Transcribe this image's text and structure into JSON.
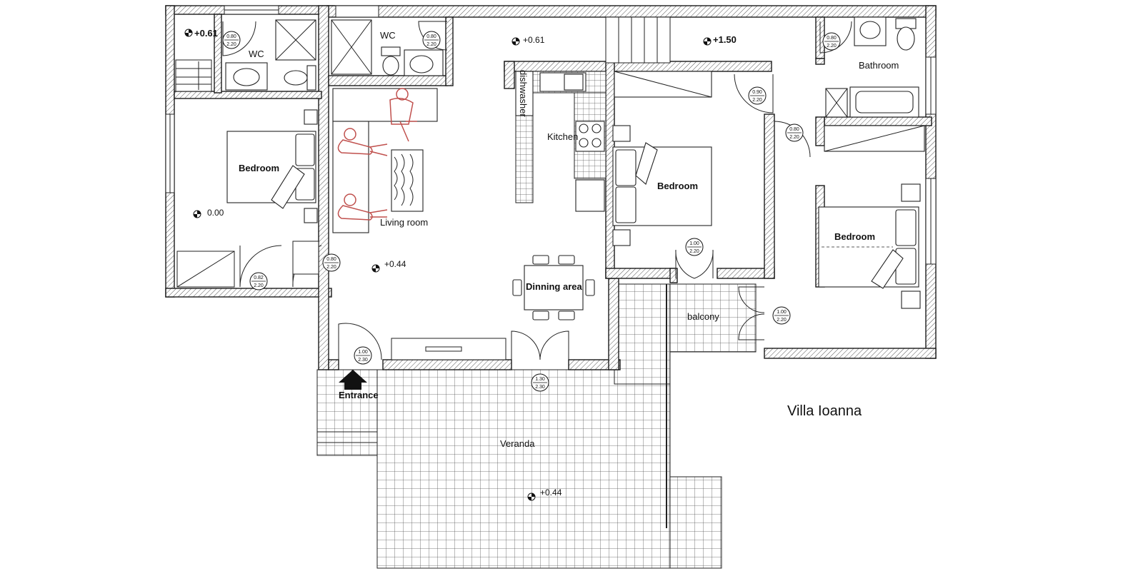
{
  "plan": {
    "title": "Villa Ioanna",
    "rooms": {
      "wc_left": "WC",
      "wc_right": "WC",
      "bathroom": "Bathroom",
      "bedroom_left": "Bedroom",
      "bedroom_middle": "Bedroom",
      "bedroom_right": "Bedroom",
      "kitchen": "Kitchen",
      "dishwasher": "dishwasher",
      "living_room": "Living room",
      "dining_area": "Dinning area",
      "balcony": "balcony",
      "veranda": "Veranda",
      "entrance": "Entrance"
    },
    "levels": {
      "wc_left": "+0.61",
      "hall": "+0.61",
      "stairs_landing": "+1.50",
      "bedroom_left": "0.00",
      "living": "+0.44",
      "veranda": "+0.44"
    },
    "doors": [
      {
        "w": "0.80",
        "h": "2.20"
      },
      {
        "w": "0.80",
        "h": "2.20"
      },
      {
        "w": "0.80",
        "h": "2.20"
      },
      {
        "w": "0.90",
        "h": "2.20"
      },
      {
        "w": "0.80",
        "h": "2.20"
      },
      {
        "w": "0.80",
        "h": "2.20"
      },
      {
        "w": "0.82",
        "h": "2.20"
      },
      {
        "w": "1.00",
        "h": "2.20"
      },
      {
        "w": "1.00",
        "h": "2.20"
      },
      {
        "w": "1.00",
        "h": "2.30"
      },
      {
        "w": "1.30",
        "h": "2.30"
      }
    ]
  }
}
